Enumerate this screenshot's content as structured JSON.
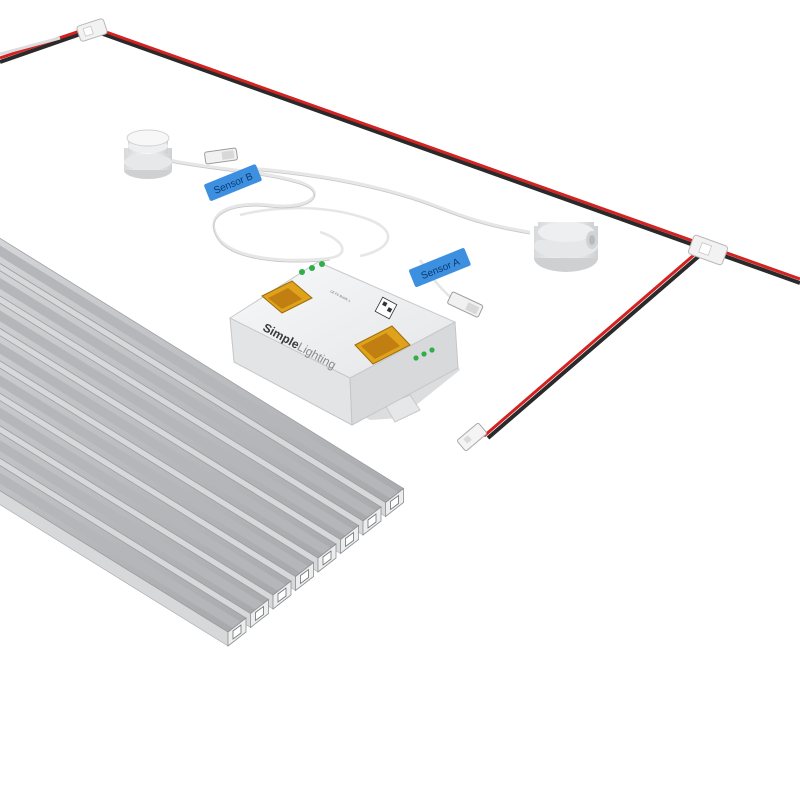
{
  "controller": {
    "brand_bold": "Simple",
    "brand_light": "Lighting"
  },
  "sensor_tags": {
    "tag_b": "Sensor B",
    "tag_a": "Sensor A"
  },
  "profiles": {
    "count": 8
  },
  "colors": {
    "background": "#ffffff",
    "wire_red": "#d32222",
    "wire_black": "#2a2a2a",
    "aluminium": "#c9cacc",
    "tag_blue": "#3d8fe0",
    "controller_body": "#eef0f2",
    "terminal_amber": "#e0a21a"
  }
}
